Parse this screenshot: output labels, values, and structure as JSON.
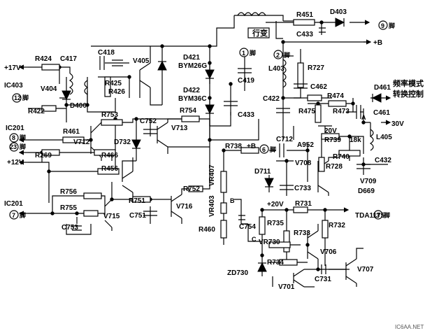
{
  "components": {
    "r424": "R424",
    "c417": "C417",
    "c418": "C418",
    "v405": "V405",
    "r425": "R425",
    "r426": "R426",
    "ic403": "IC403",
    "pin12": "12",
    "jiao": "脚",
    "v404": "V404",
    "r422": "R422",
    "d400": "D400",
    "d421": "D421",
    "bym26g": "BYM26G",
    "d422": "D422",
    "bym36c": "BYM36C",
    "c419": "C419",
    "c433": "C433",
    "r451": "R451",
    "d403": "D403",
    "c433b": "C433",
    "hangbian": "行变",
    "pin1": "1",
    "pin2": "2",
    "pin9": "9",
    "l403": "L403",
    "r727": "R727",
    "c462": "C462",
    "c422": "C422",
    "r474": "R474",
    "d461": "D461",
    "r475": "R475",
    "r473": "R473",
    "c461": "C461",
    "pin_a": "A",
    "ic201a": "IC201",
    "pin8": "8",
    "pin23": "23",
    "r461": "R461",
    "r753": "R753",
    "c752": "C752",
    "r754": "R754",
    "v713": "V713",
    "v712": "V712",
    "d732": "D732",
    "r269": "R269",
    "r466": "R466",
    "r456": "R456",
    "ic201b": "IC201",
    "pin7": "7",
    "r756": "R756",
    "r755": "R755",
    "c753": "C753",
    "v715": "V715",
    "r751": "R751",
    "c751": "C751",
    "r752": "R752",
    "v716": "V716",
    "r738": "R738",
    "vr407": "VR407",
    "vr403": "VR403",
    "r460": "R460",
    "pin_b": "B",
    "pin_c": "C",
    "c754": "C754",
    "pin6": "6",
    "c712": "C712",
    "a952": "A952",
    "v708": "V708",
    "d711": "D711",
    "c733": "C733",
    "r739": "R739",
    "r728": "R728",
    "r740": "R740",
    "l405": "L405",
    "val_18k": "18k",
    "c432": "C432",
    "v709": "V709",
    "d669": "D669",
    "r731": "R731",
    "tda1175": "TDA1175",
    "pin3": "3",
    "r735": "R735",
    "r733": "R733",
    "r732": "R732",
    "vr730": "VR730",
    "r734": "R734",
    "v706": "V706",
    "zd730": "ZD730",
    "v701": "V701",
    "c731": "C731",
    "v707": "V707"
  },
  "rails": {
    "p17v": "+17V",
    "p12v": "+12V",
    "p20v_a": "20V",
    "p20v_b": "+20V",
    "p30v": "30V",
    "pb_a": "+B",
    "pb_b": "+B"
  },
  "annotation": {
    "line1": "频率模式",
    "line2": "转换控制"
  },
  "watermark": "IC6AA.NET",
  "colors": {
    "ink": "#000000",
    "paper": "#ffffff"
  }
}
